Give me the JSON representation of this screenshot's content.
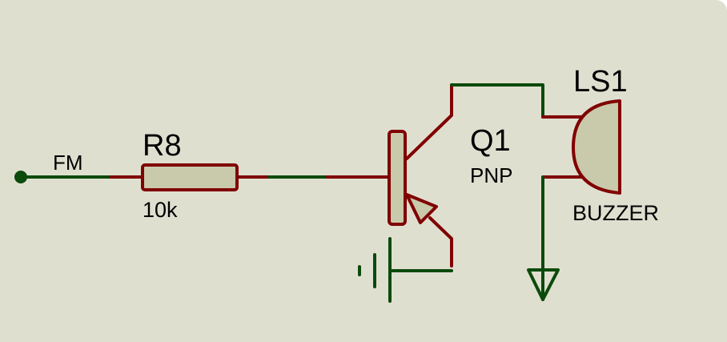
{
  "schematic": {
    "net_label": "FM",
    "resistor": {
      "ref": "R8",
      "value": "10k"
    },
    "transistor": {
      "ref": "Q1",
      "type": "PNP"
    },
    "buzzer": {
      "ref": "LS1",
      "value": "BUZZER"
    }
  },
  "colors": {
    "background": "#dfdfd0",
    "wire": "#0b4a0b",
    "component_outline": "#800000",
    "component_fill": "#c9c9ab",
    "text": "#000000"
  }
}
